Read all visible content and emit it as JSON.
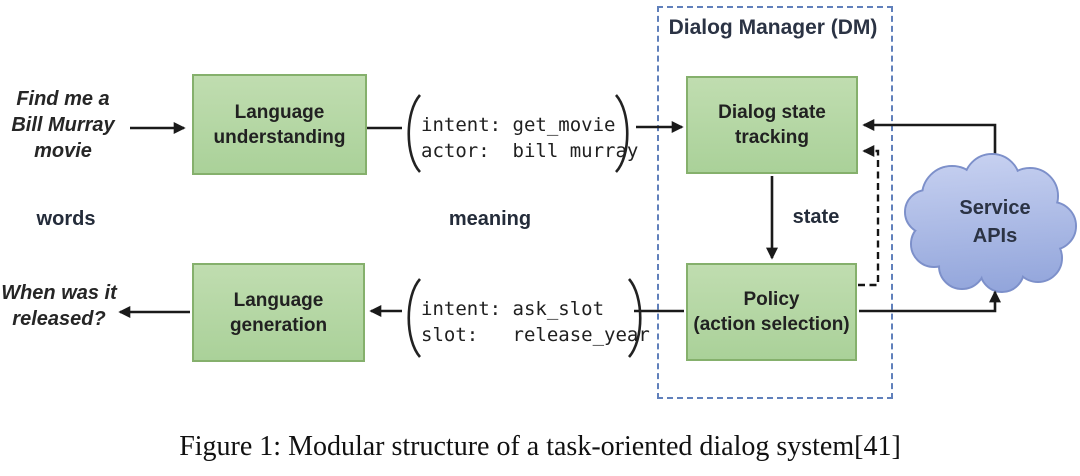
{
  "caption": "Figure 1: Modular structure of a task-oriented dialog system[41]",
  "dialog_manager": {
    "title": "Dialog Manager (DM)"
  },
  "modules": {
    "language_understanding": "Language\nunderstanding",
    "dialog_state_tracking": "Dialog state\ntracking",
    "language_generation": "Language\ngeneration",
    "policy": "Policy\n(action selection)"
  },
  "io_text": {
    "user_utterance": "Find me a\nBill Murray\nmovie",
    "system_utterance": "When was it\nreleased?"
  },
  "labels": {
    "words": "words",
    "meaning": "meaning",
    "state": "state"
  },
  "semantic_frames": {
    "nlu_output": "intent: get_movie\nactor:  bill murray",
    "policy_output": "intent: ask_slot\nslot:   release_year"
  },
  "cloud": {
    "label": "Service\nAPIs"
  },
  "colors": {
    "module_fill": "#aad199",
    "module_border": "#85b06c",
    "dm_dashed_border": "#6080bb",
    "cloud_fill_top": "#c6d0f0",
    "cloud_fill_bottom": "#92a5db",
    "cloud_border": "#7d90ca",
    "arrow": "#1a1a1a",
    "text": "#1f1f1f"
  }
}
